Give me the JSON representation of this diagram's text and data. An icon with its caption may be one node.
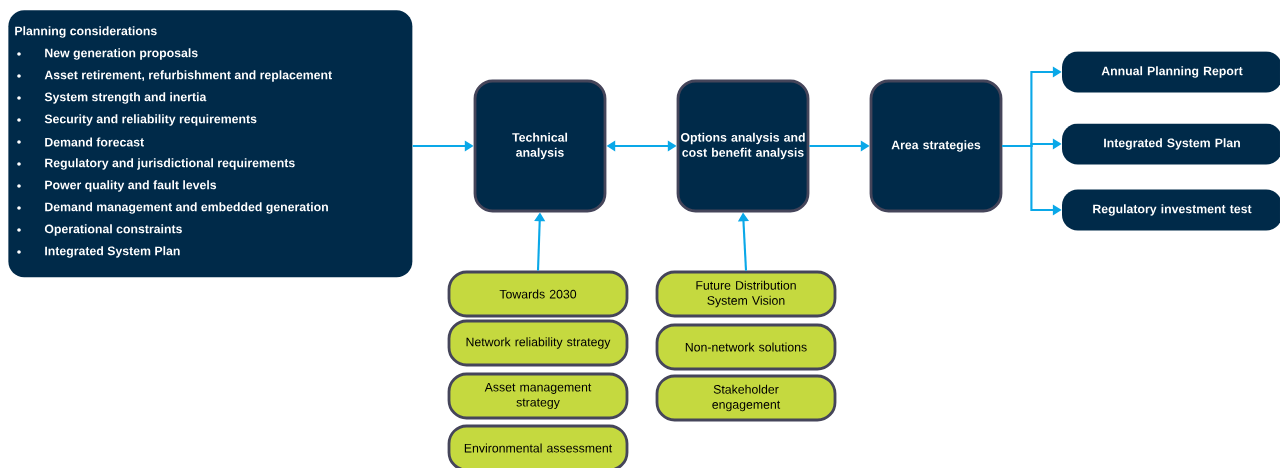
{
  "diagram": {
    "nodes": [
      {
        "text": [
          "Planning considerations",
          "New generation proposals",
          "Asset retirement, refurbishment and replacement",
          "System strength and inertia",
          "Security and reliability requirements",
          "Demand forecast",
          "Regulatory and jurisdictional requirements",
          "Power quality and fault levels",
          "Demand management and embedded generation",
          "Operational constraints",
          "Integrated System Plan"
        ]
      },
      {
        "text": [
          "Technical analysis"
        ]
      },
      {
        "text": [
          "Options analysis and cost benefit analysis"
        ]
      },
      {
        "text": [
          "Area strategies"
        ]
      },
      {
        "text": [
          "Annual Planning Report"
        ]
      },
      {
        "text": [
          "Integrated System Plan"
        ]
      },
      {
        "text": [
          "Regulatory investment test"
        ]
      },
      {
        "text": [
          "Towards 2030"
        ]
      },
      {
        "text": [
          "Network reliability strategy"
        ]
      },
      {
        "text": [
          "Asset management strategy"
        ]
      },
      {
        "text": [
          "Environmental assessment"
        ]
      },
      {
        "text": [
          "Future Distribution System Vision"
        ]
      },
      {
        "text": [
          "Non-network solutions"
        ]
      },
      {
        "text": [
          "Stakeholder engagement"
        ]
      }
    ],
    "edges": [
      {
        "from": 0,
        "to": 1,
        "arrow": "to"
      },
      {
        "from": 1,
        "to": 2,
        "arrow": "both"
      },
      {
        "from": 2,
        "to": 3,
        "arrow": "to"
      },
      {
        "from": 3,
        "to": 4,
        "arrow": "to"
      },
      {
        "from": 3,
        "to": 5,
        "arrow": "to"
      },
      {
        "from": 3,
        "to": 6,
        "arrow": "to"
      },
      {
        "from": 7,
        "to": 1,
        "arrow": "to"
      },
      {
        "from": 11,
        "to": 2,
        "arrow": "to"
      }
    ]
  }
}
